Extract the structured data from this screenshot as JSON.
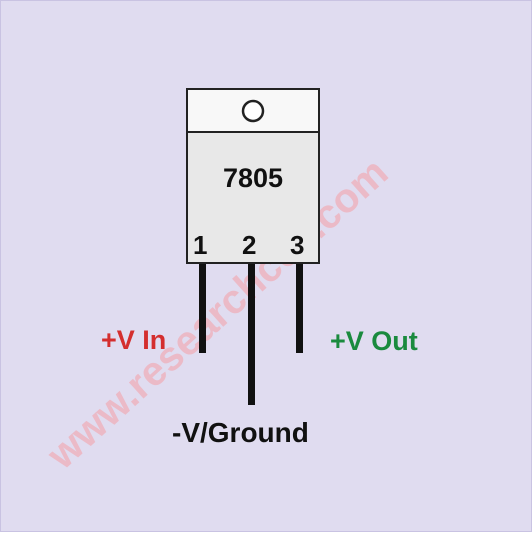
{
  "diagram": {
    "component_name": "7805",
    "pins": [
      {
        "number": "1",
        "label": "+V In",
        "color": "#d42e2e"
      },
      {
        "number": "2",
        "label": "-V/Ground",
        "color": "#111111"
      },
      {
        "number": "3",
        "label": "+V Out",
        "color": "#1a8a3e"
      }
    ],
    "watermark": "www.researchcell.com",
    "colors": {
      "background": "#e0dcf0",
      "package_body": "#e8e8e8",
      "package_tab": "#f8f8f8",
      "package_outline": "#222222",
      "leads": "#111111",
      "watermark": "#ecb4c0"
    }
  }
}
